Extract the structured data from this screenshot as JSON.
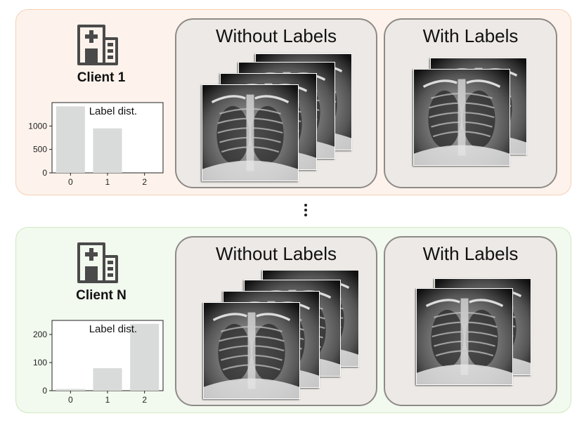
{
  "clients": [
    {
      "name": "Client 1",
      "unlabeled_title": "Without Labels",
      "labeled_title": "With Labels"
    },
    {
      "name": "Client N",
      "unlabeled_title": "Without Labels",
      "labeled_title": "With Labels"
    }
  ],
  "chart_data": [
    {
      "type": "bar",
      "title": "Label dist.",
      "categories": [
        "0",
        "1",
        "2"
      ],
      "values": [
        1420,
        950,
        0
      ],
      "yticks": [
        0,
        500,
        1000
      ],
      "ylim": [
        0,
        1500
      ],
      "bar_color": "#d9dbdb"
    },
    {
      "type": "bar",
      "title": "Label dist.",
      "categories": [
        "0",
        "1",
        "2"
      ],
      "values": [
        6,
        80,
        238
      ],
      "yticks": [
        0,
        100,
        200
      ],
      "ylim": [
        0,
        250
      ],
      "bar_color": "#d9dbdb"
    }
  ],
  "colors": {
    "client1_panel": "#fef3ec",
    "clientN_panel": "#f2f9ee",
    "icon": "#4a4a4a"
  }
}
